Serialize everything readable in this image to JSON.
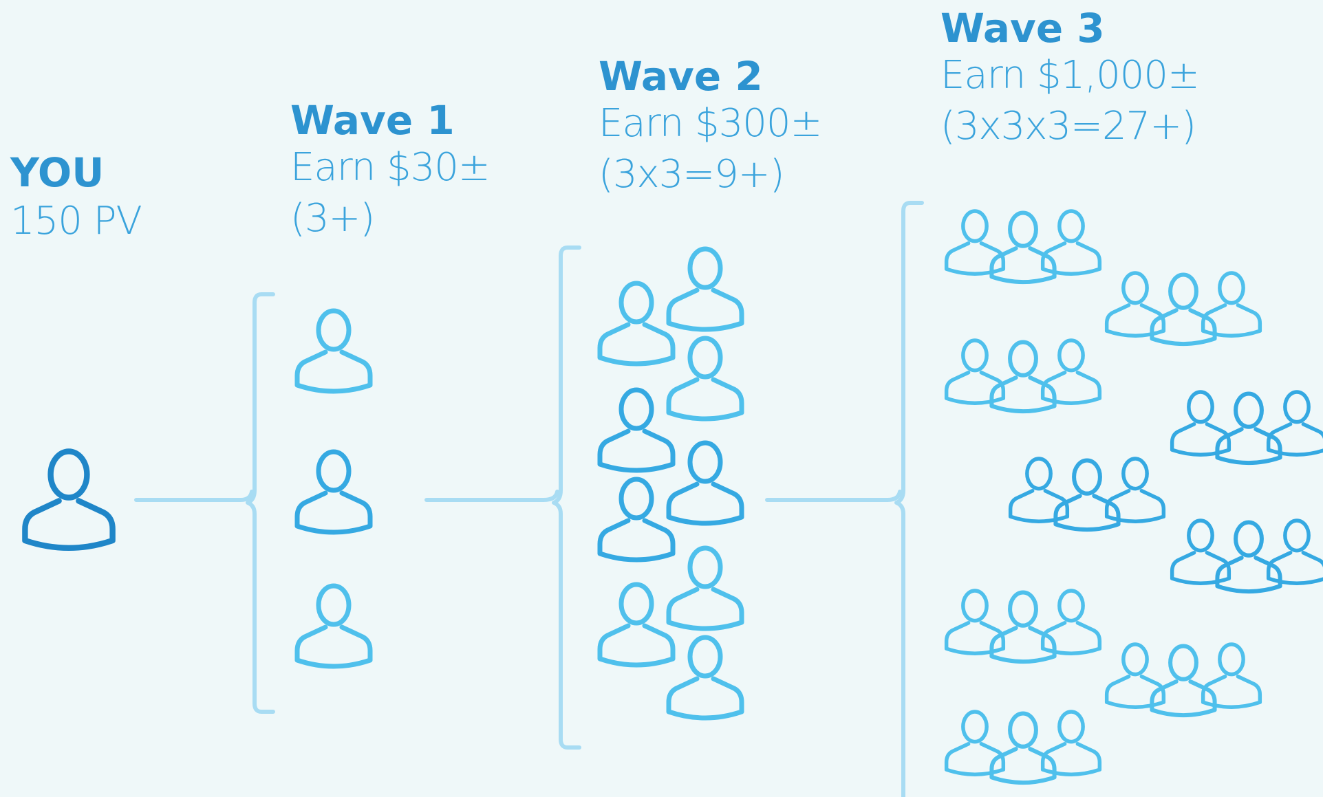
{
  "you": {
    "title": "YOU",
    "pv": "150 PV"
  },
  "waves": [
    {
      "title": "Wave 1",
      "earn": "Earn $30±",
      "count": "(3+)"
    },
    {
      "title": "Wave 2",
      "earn": "Earn $300±",
      "count": "(3x3=9+)"
    },
    {
      "title": "Wave 3",
      "earn": "Earn $1,000±",
      "count": "(3x3x3=27+)"
    }
  ],
  "colors": {
    "you_icon": "#1f86c8",
    "wave1_icon": "#4fc0ec",
    "wave2_icon": "#35a9e2",
    "wave3_icon": "#3ea8e4",
    "connector": "#a8dcf3",
    "title": "#2d93d0",
    "subtitle": "#3aa3dc"
  }
}
